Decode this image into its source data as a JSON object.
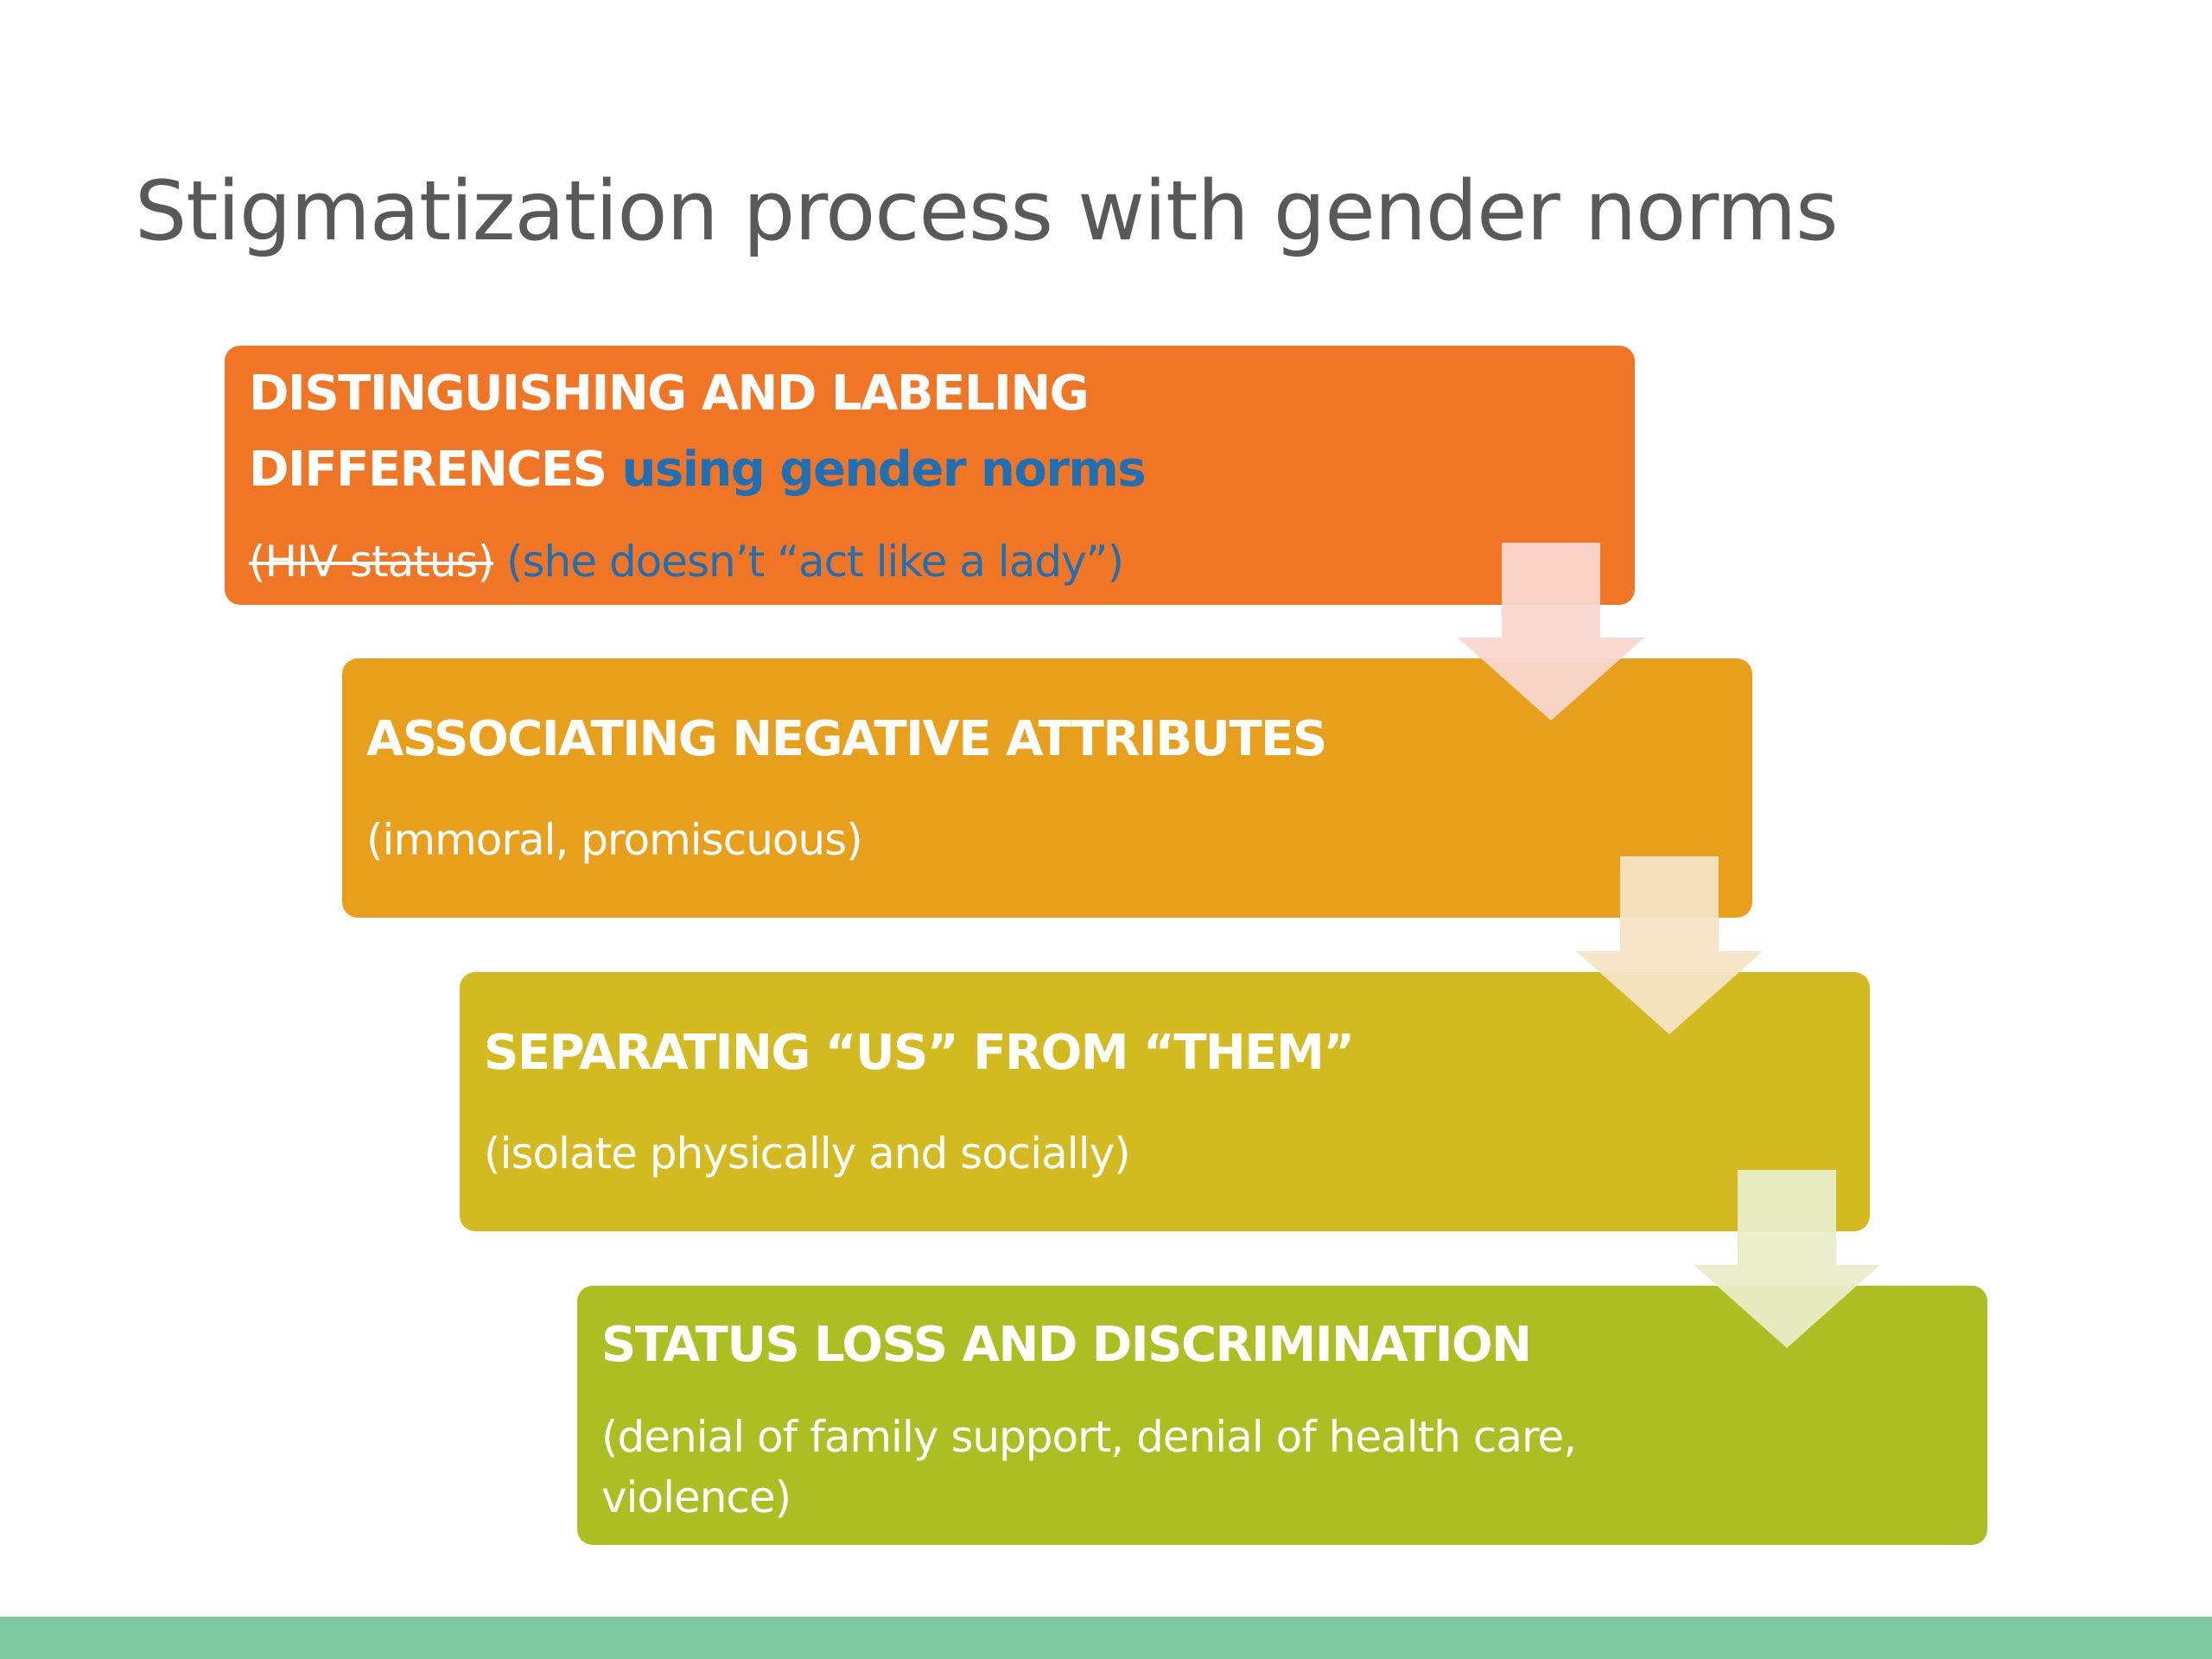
{
  "slide": {
    "title": "Stigmatization process with gender norms"
  },
  "steps": [
    {
      "heading_line1": "DISTINGUISHING AND LABELING",
      "heading_line2": "DIFFERENCES",
      "heading_accent": "using gender norms",
      "struck_text": "(HIV status)",
      "detail": "(she doesn’t “act like a lady”)",
      "color": "#f07524"
    },
    {
      "heading": "ASSOCIATING NEGATIVE ATTRIBUTES",
      "detail": "(immoral, promiscuous)",
      "color": "#e8a01c"
    },
    {
      "heading": "SEPARATING “US” FROM “THEM”",
      "detail": "(isolate physically and socially)",
      "color": "#d3ba20"
    },
    {
      "heading": "STATUS LOSS AND DISCRIMINATION",
      "detail_line1": "(denial of family support, denial of health care,",
      "detail_line2": "violence)",
      "color": "#acbf22"
    }
  ],
  "colors": {
    "title": "#595959",
    "accent_text": "#1f6fb5",
    "footer_bar": "#7fc8a0"
  },
  "icons": [
    "down-arrow-icon",
    "down-arrow-icon",
    "down-arrow-icon"
  ]
}
